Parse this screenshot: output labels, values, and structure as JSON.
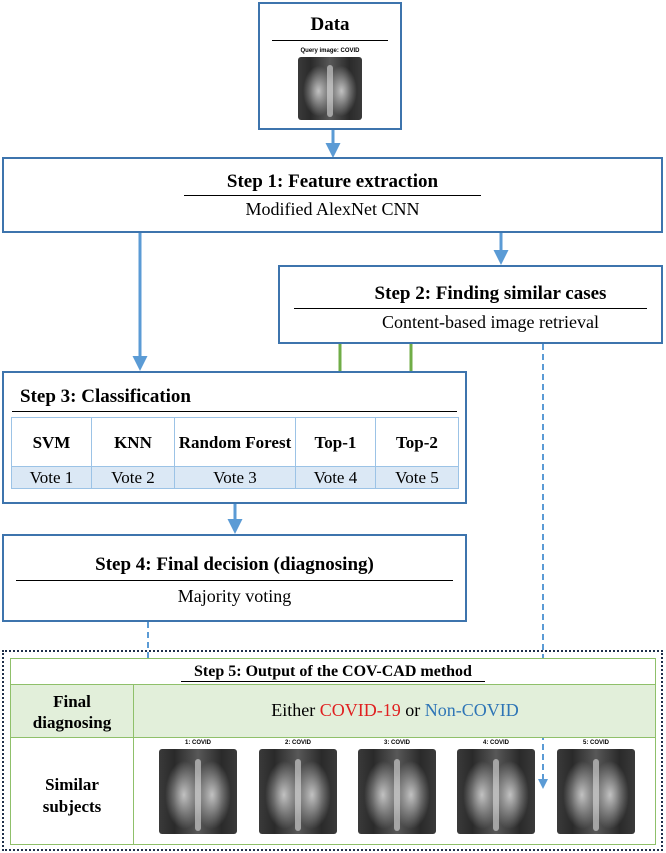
{
  "data_box": {
    "title": "Data",
    "caption": "Query image: COVID"
  },
  "step1": {
    "title": "Step 1: Feature extraction",
    "subtitle": "Modified AlexNet CNN"
  },
  "step2": {
    "title": "Step 2: Finding similar cases",
    "subtitle": "Content-based image retrieval"
  },
  "step3": {
    "title": "Step 3: Classification",
    "columns": [
      {
        "name": "SVM",
        "vote": "Vote 1"
      },
      {
        "name": "KNN",
        "vote": "Vote 2"
      },
      {
        "name": "Random Forest",
        "vote": "Vote 3"
      },
      {
        "name": "Top-1",
        "vote": "Vote 4"
      },
      {
        "name": "Top-2",
        "vote": "Vote 5"
      }
    ]
  },
  "step4": {
    "title": "Step 4: Final decision (diagnosing)",
    "subtitle": "Majority voting"
  },
  "step5": {
    "title": "Step 5: Output of the COV-CAD method",
    "row1_label": "Final diagnosing",
    "row1_prefix": "Either",
    "row1_covid": "COVID-19",
    "row1_or": "or",
    "row1_noncovid": "Non-COVID",
    "row2_label": "Similar subjects",
    "images": [
      "1: COVID",
      "2: COVID",
      "3: COVID",
      "4: COVID",
      "5: COVID"
    ]
  },
  "colors": {
    "box_border": "#3d74ad",
    "arrow_blue": "#5b9bd5",
    "arrow_green": "#70ad47",
    "covid_red": "#e02020",
    "noncovid_blue": "#2e75b6",
    "step5_green_row": "#e2efda",
    "vote_row": "#dbe8f5"
  }
}
